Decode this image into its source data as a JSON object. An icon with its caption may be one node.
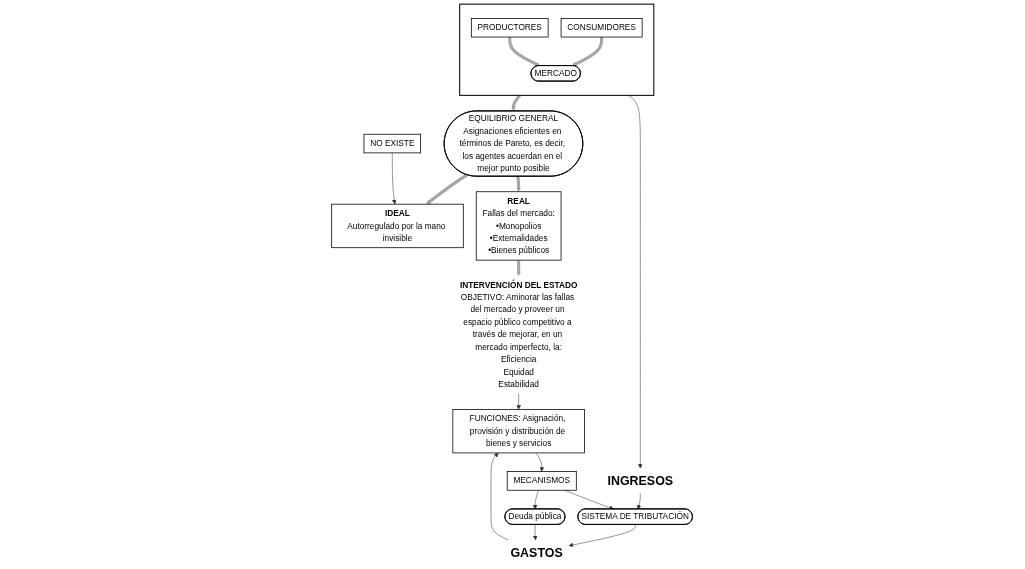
{
  "diagram": {
    "nodes": [
      {
        "text": [],
        "shape": "box"
      },
      {
        "text": [
          "PRODUCTORES"
        ],
        "in": 0
      },
      {
        "text": [
          "MERCADO"
        ],
        "in": 0
      },
      {
        "text": [
          "CONSUMIDORES"
        ],
        "in": 0
      },
      {
        "text": [
          "EQUILIBRIO GENERAL",
          "Asignaciones eficientes en términos de Pareto, es decir, los agentes acuerdan en el mejor punto posible"
        ]
      },
      {
        "text": [
          "IDEAL",
          "Autorregulado por la mano invisible"
        ]
      },
      {
        "text": [
          "NO EXISTE"
        ]
      },
      {
        "text": [
          "REAL",
          "Fallas del mercado:",
          "•Monopolios",
          "•Externalidades",
          "•Bienes públicos"
        ]
      },
      {
        "text": [
          "INTERVENCIÓN DEL ESTADO",
          "OBJETIVO: Aminorar las fallas del mercado y proveer un espacio público competitivo a través de mejorar, en un mercado imperfecto, la:",
          "Eficiencia",
          "Equidad",
          "Estabilidad"
        ]
      },
      {
        "text": [
          "INGRESOS"
        ]
      },
      {
        "text": [
          "SISTEMA DE TRIBUTACIÓN"
        ]
      },
      {
        "text": [
          "Deuda pública"
        ]
      },
      {
        "text": [
          "GASTOS"
        ]
      },
      {
        "text": [
          "MECANISMOS"
        ]
      },
      {
        "text": [
          "FUNCIONES: Asignación, provisión y distribución de bienes y servicios"
        ]
      }
    ],
    "edges": [
      {
        "from": 1,
        "to": 2,
        "arrow": "to",
        "style": "thick",
        "color": "#a6a6a6"
      },
      {
        "from": 3,
        "to": 2,
        "arrow": "to",
        "style": "thick",
        "color": "#a6a6a6"
      },
      {
        "from": 0,
        "to": 4,
        "arrow": "to",
        "style": "thick",
        "color": "#a6a6a6"
      },
      {
        "from": 4,
        "to": 5,
        "arrow": "to",
        "style": "thick",
        "color": "#a6a6a6"
      },
      {
        "from": 4,
        "to": 7,
        "arrow": "to",
        "style": "thick",
        "color": "#a6a6a6"
      },
      {
        "from": 6,
        "to": 5,
        "arrow": "to"
      },
      {
        "from": 7,
        "to": 8,
        "arrow": "to",
        "style": "thick",
        "color": "#a6a6a6"
      },
      {
        "from": 0,
        "to": 9,
        "arrow": "to"
      },
      {
        "from": 9,
        "to": 10,
        "arrow": "to"
      },
      {
        "from": 10,
        "to": 12,
        "arrow": "to"
      },
      {
        "from": 11,
        "to": 12,
        "arrow": "to"
      },
      {
        "from": 8,
        "to": 14,
        "arrow": "to"
      },
      {
        "from": 12,
        "to": 14,
        "arrow": "to"
      },
      {
        "from": 14,
        "to": 13,
        "arrow": "to"
      },
      {
        "from": 13,
        "to": 11,
        "arrow": "to"
      },
      {
        "from": 13,
        "to": 10,
        "arrow": "to"
      }
    ]
  }
}
